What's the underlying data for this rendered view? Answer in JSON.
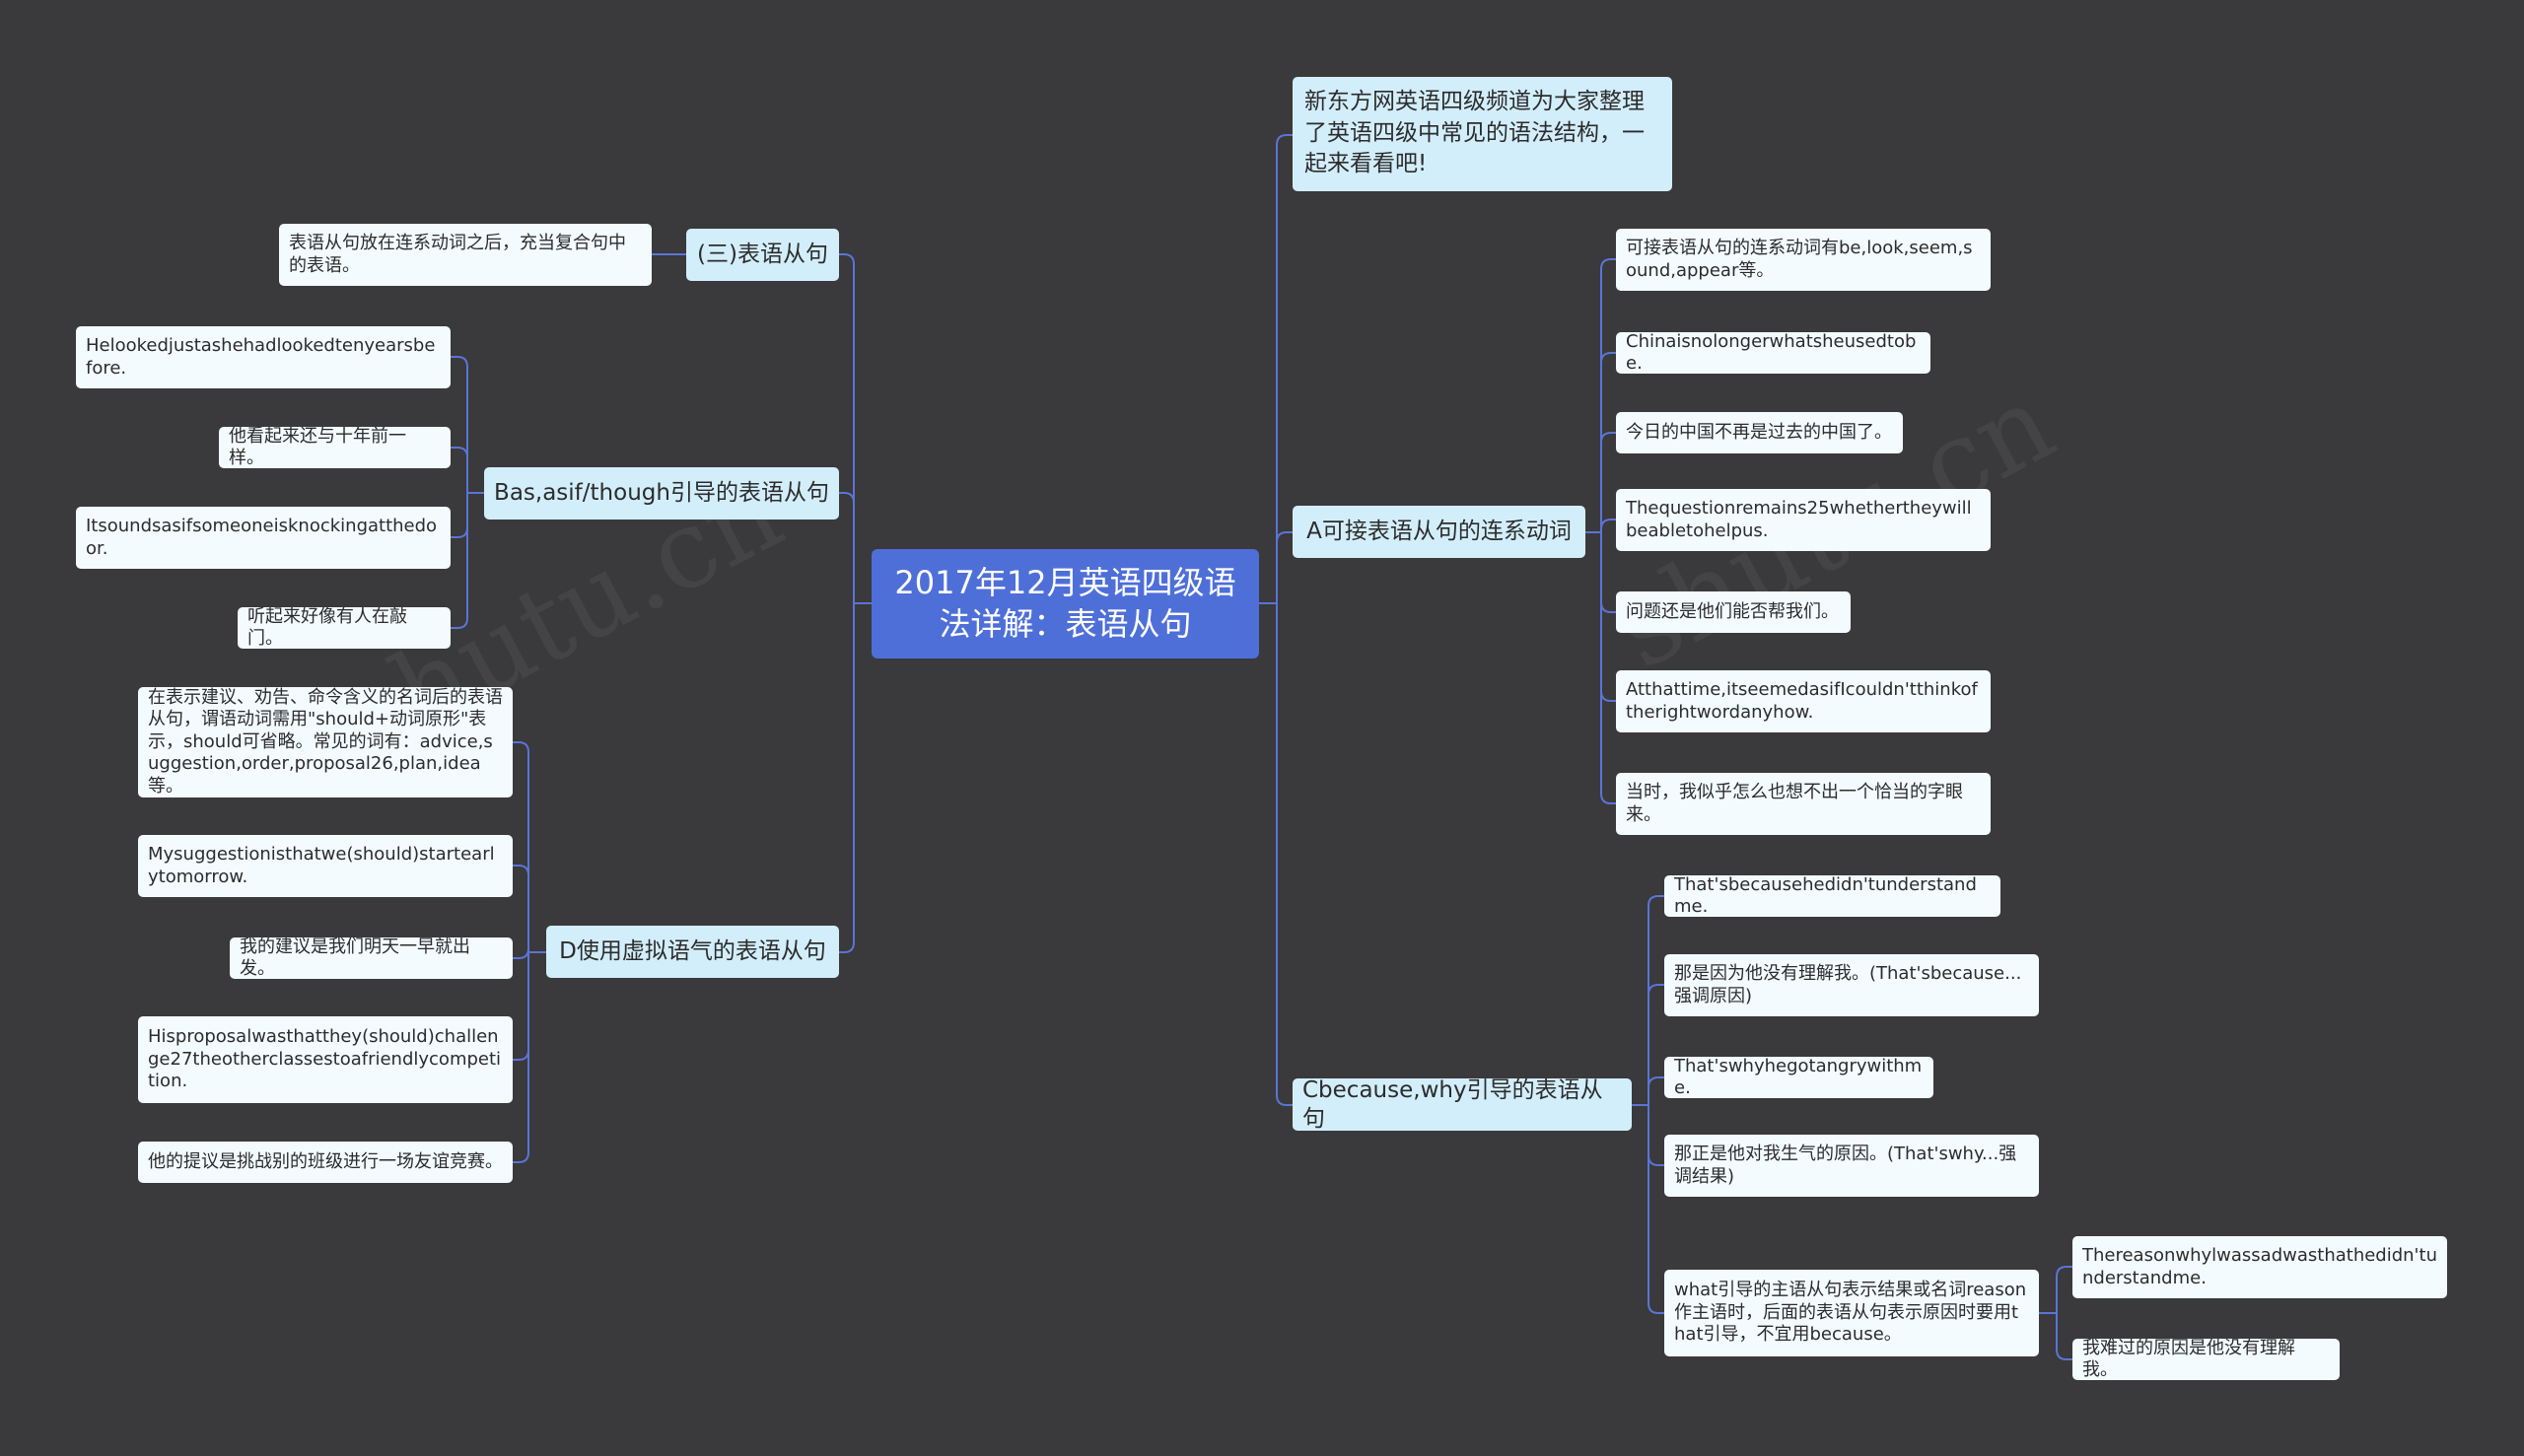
{
  "mindmap": {
    "colors": {
      "background": "#3a393b",
      "root": "#4f6fd8",
      "branch": "#d3eefb",
      "leaf": "#f3fbff",
      "link": "#5b74d6"
    },
    "watermark": "shutu.cn",
    "root": "2017年12月英语四级语法详解：表语从句",
    "intro": "新东方网英语四级频道为大家整理了英语四级中常见的语法结构，一起来看看吧!",
    "branches": {
      "san": {
        "label": "(三)表语从句",
        "leaves": [
          "表语从句放在连系动词之后，充当复合句中的表语。"
        ]
      },
      "b": {
        "label": "Bas,asif/though引导的表语从句",
        "leaves": [
          "Helookedjustashehadlookedtenyearsbefore.",
          "他看起来还与十年前一样。",
          "Itsoundsasifsomeoneisknockingatthedoor.",
          "听起来好像有人在敲门。"
        ]
      },
      "d": {
        "label": "D使用虚拟语气的表语从句",
        "leaves": [
          "在表示建议、劝告、命令含义的名词后的表语从句，谓语动词需用\"should+动词原形\"表示，should可省略。常见的词有：advice,suggestion,order,proposal26,plan,idea等。",
          "Mysuggestionisthatwe(should)startearlytomorrow.",
          "我的建议是我们明天一早就出发。",
          "Hisproposalwasthatthey(should)challenge27theotherclassestoafriendlycompetition.",
          "他的提议是挑战别的班级进行一场友谊竞赛。"
        ]
      },
      "a": {
        "label": "A可接表语从句的连系动词",
        "leaves": [
          "可接表语从句的连系动词有be,look,seem,sound,appear等。",
          "Chinaisnolongerwhatsheusedtobe.",
          "今日的中国不再是过去的中国了。",
          "Thequestionremains25whethertheywillbeabletohelpus.",
          "问题还是他们能否帮我们。",
          "Atthattime,itseemedasifIcouldn'tthinkoftherightwordanyhow.",
          "当时，我似乎怎么也想不出一个恰当的字眼来。"
        ]
      },
      "c": {
        "label": "Cbecause,why引导的表语从句",
        "leaves": [
          "That'sbecausehedidn'tunderstandme.",
          "那是因为他没有理解我。(That'sbecause...强调原因)",
          "That'swhyhegotangrywithme.",
          "那正是他对我生气的原因。(That'swhy...强调结果)",
          "what引导的主语从句表示结果或名词reason作主语时，后面的表语从句表示原因时要用that引导，不宜用because。"
        ],
        "sub_leaves": [
          "Thereasonwhylwassadwasthathedidn'tunderstandme.",
          "我难过的原因是他没有理解我。"
        ]
      }
    }
  }
}
